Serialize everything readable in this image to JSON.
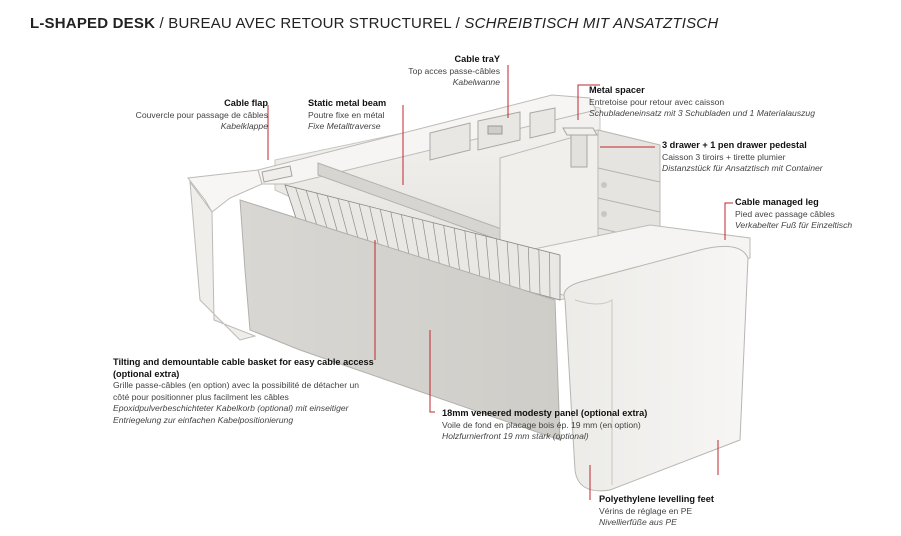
{
  "title": {
    "part1": "L-SHAPED DESK",
    "sep1": " / ",
    "part2": "BUREAU AVEC RETOUR STRUCTUREL",
    "sep2": " / ",
    "part3": "SCHREIBTISCH MIT ANSATZTISCH"
  },
  "callouts": {
    "cable_tray": {
      "en": "Cable traY",
      "fr": "Top acces passe-câbles",
      "de": "Kabelwanne"
    },
    "metal_spacer": {
      "en": "Metal spacer",
      "fr": "Entretoise pour retour avec caisson",
      "de": "Schubladeneinsatz mit 3 Schubladen und 1 Materialauszug"
    },
    "cable_flap": {
      "en": "Cable flap",
      "fr": "Couvercle pour passage de câbles",
      "de": "Kabelklappe"
    },
    "metal_beam": {
      "en": "Static metal beam",
      "fr": "Poutre fixe en métal",
      "de": "Fixe Metalltraverse"
    },
    "pedestal": {
      "en": "3 drawer + 1 pen drawer pedestal",
      "fr": "Caisson 3 tiroirs + tirette plumier",
      "de": "Distanzstück für Ansatztisch mit Container"
    },
    "cable_leg": {
      "en": "Cable managed leg",
      "fr": "Pied avec passage câbles",
      "de": "Verkabelter Fuß für Einzeltisch"
    },
    "cable_basket": {
      "en1": "Tilting and demountable cable basket for easy cable access",
      "en2": "(optional extra)",
      "fr1": "Grille passe-câbles (en option) avec la possibilité de détacher un",
      "fr2": "côté pour positionner plus facilment les câbles",
      "de1": "Epoxidpulverbeschichteter Kabelkorb (optional) mit einseitiger",
      "de2": "Entriegelung zur einfachen Kabelpositionierung"
    },
    "modesty_panel": {
      "en": "18mm veneered modesty panel (optional extra)",
      "fr": "Voile de fond en placage bois ép. 19 mm (en option)",
      "de": "Holzfurnierfront 19 mm stark (optional)"
    },
    "levelling_feet": {
      "en": "Polyethylene levelling feet",
      "fr": "Vérins de réglage en PE",
      "de": "Nivellierfüße aus PE"
    }
  },
  "colors": {
    "leader_red": "#c0272d",
    "desk_light": "#f1f0ee",
    "desk_mid": "#dedcd8",
    "desk_shadow": "#c6c4bf",
    "edge": "#b8b6b1"
  }
}
